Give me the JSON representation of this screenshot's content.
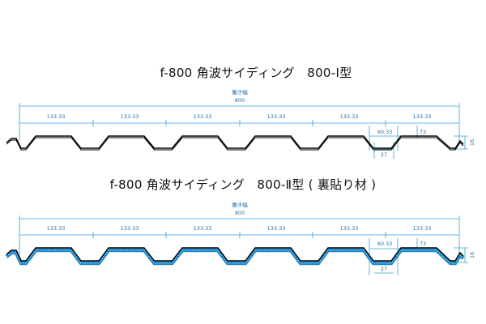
{
  "panels": [
    {
      "title": "f-800 角波サイディング　800-Ⅰ型",
      "width_label": "働き幅",
      "width_value": "800",
      "pitches": [
        "133.33",
        "133.33",
        "133.33",
        "133.33",
        "133.33",
        "133.33"
      ],
      "sub_dims": [
        "60.33",
        "73"
      ],
      "bottom_dim": "27",
      "height_dim": "16",
      "has_backing": false
    },
    {
      "title": "f-800 角波サイディング　800-Ⅱ型 ( 裏貼り材 )",
      "width_label": "働き幅",
      "width_value": "800",
      "pitches": [
        "133.33",
        "133.33",
        "133.33",
        "133.33",
        "133.33",
        "133.33"
      ],
      "sub_dims": [
        "60.33",
        "73"
      ],
      "bottom_dim": "27",
      "height_dim": "16",
      "has_backing": true
    }
  ]
}
